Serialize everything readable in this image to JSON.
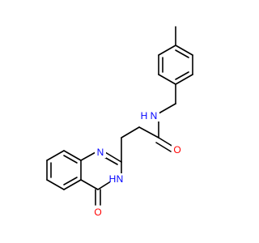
{
  "molecule": {
    "colors": {
      "bond": "#000000",
      "nitrogen": "#0000ff",
      "oxygen": "#ff0000",
      "background": "#ffffff"
    },
    "atom_labels": {
      "amide_n": "N",
      "amide_h": "H",
      "amide_o": "O",
      "ring_n1": "N",
      "ring_n3": "N",
      "ring_n3_h": "H",
      "ring_o": "O"
    }
  }
}
